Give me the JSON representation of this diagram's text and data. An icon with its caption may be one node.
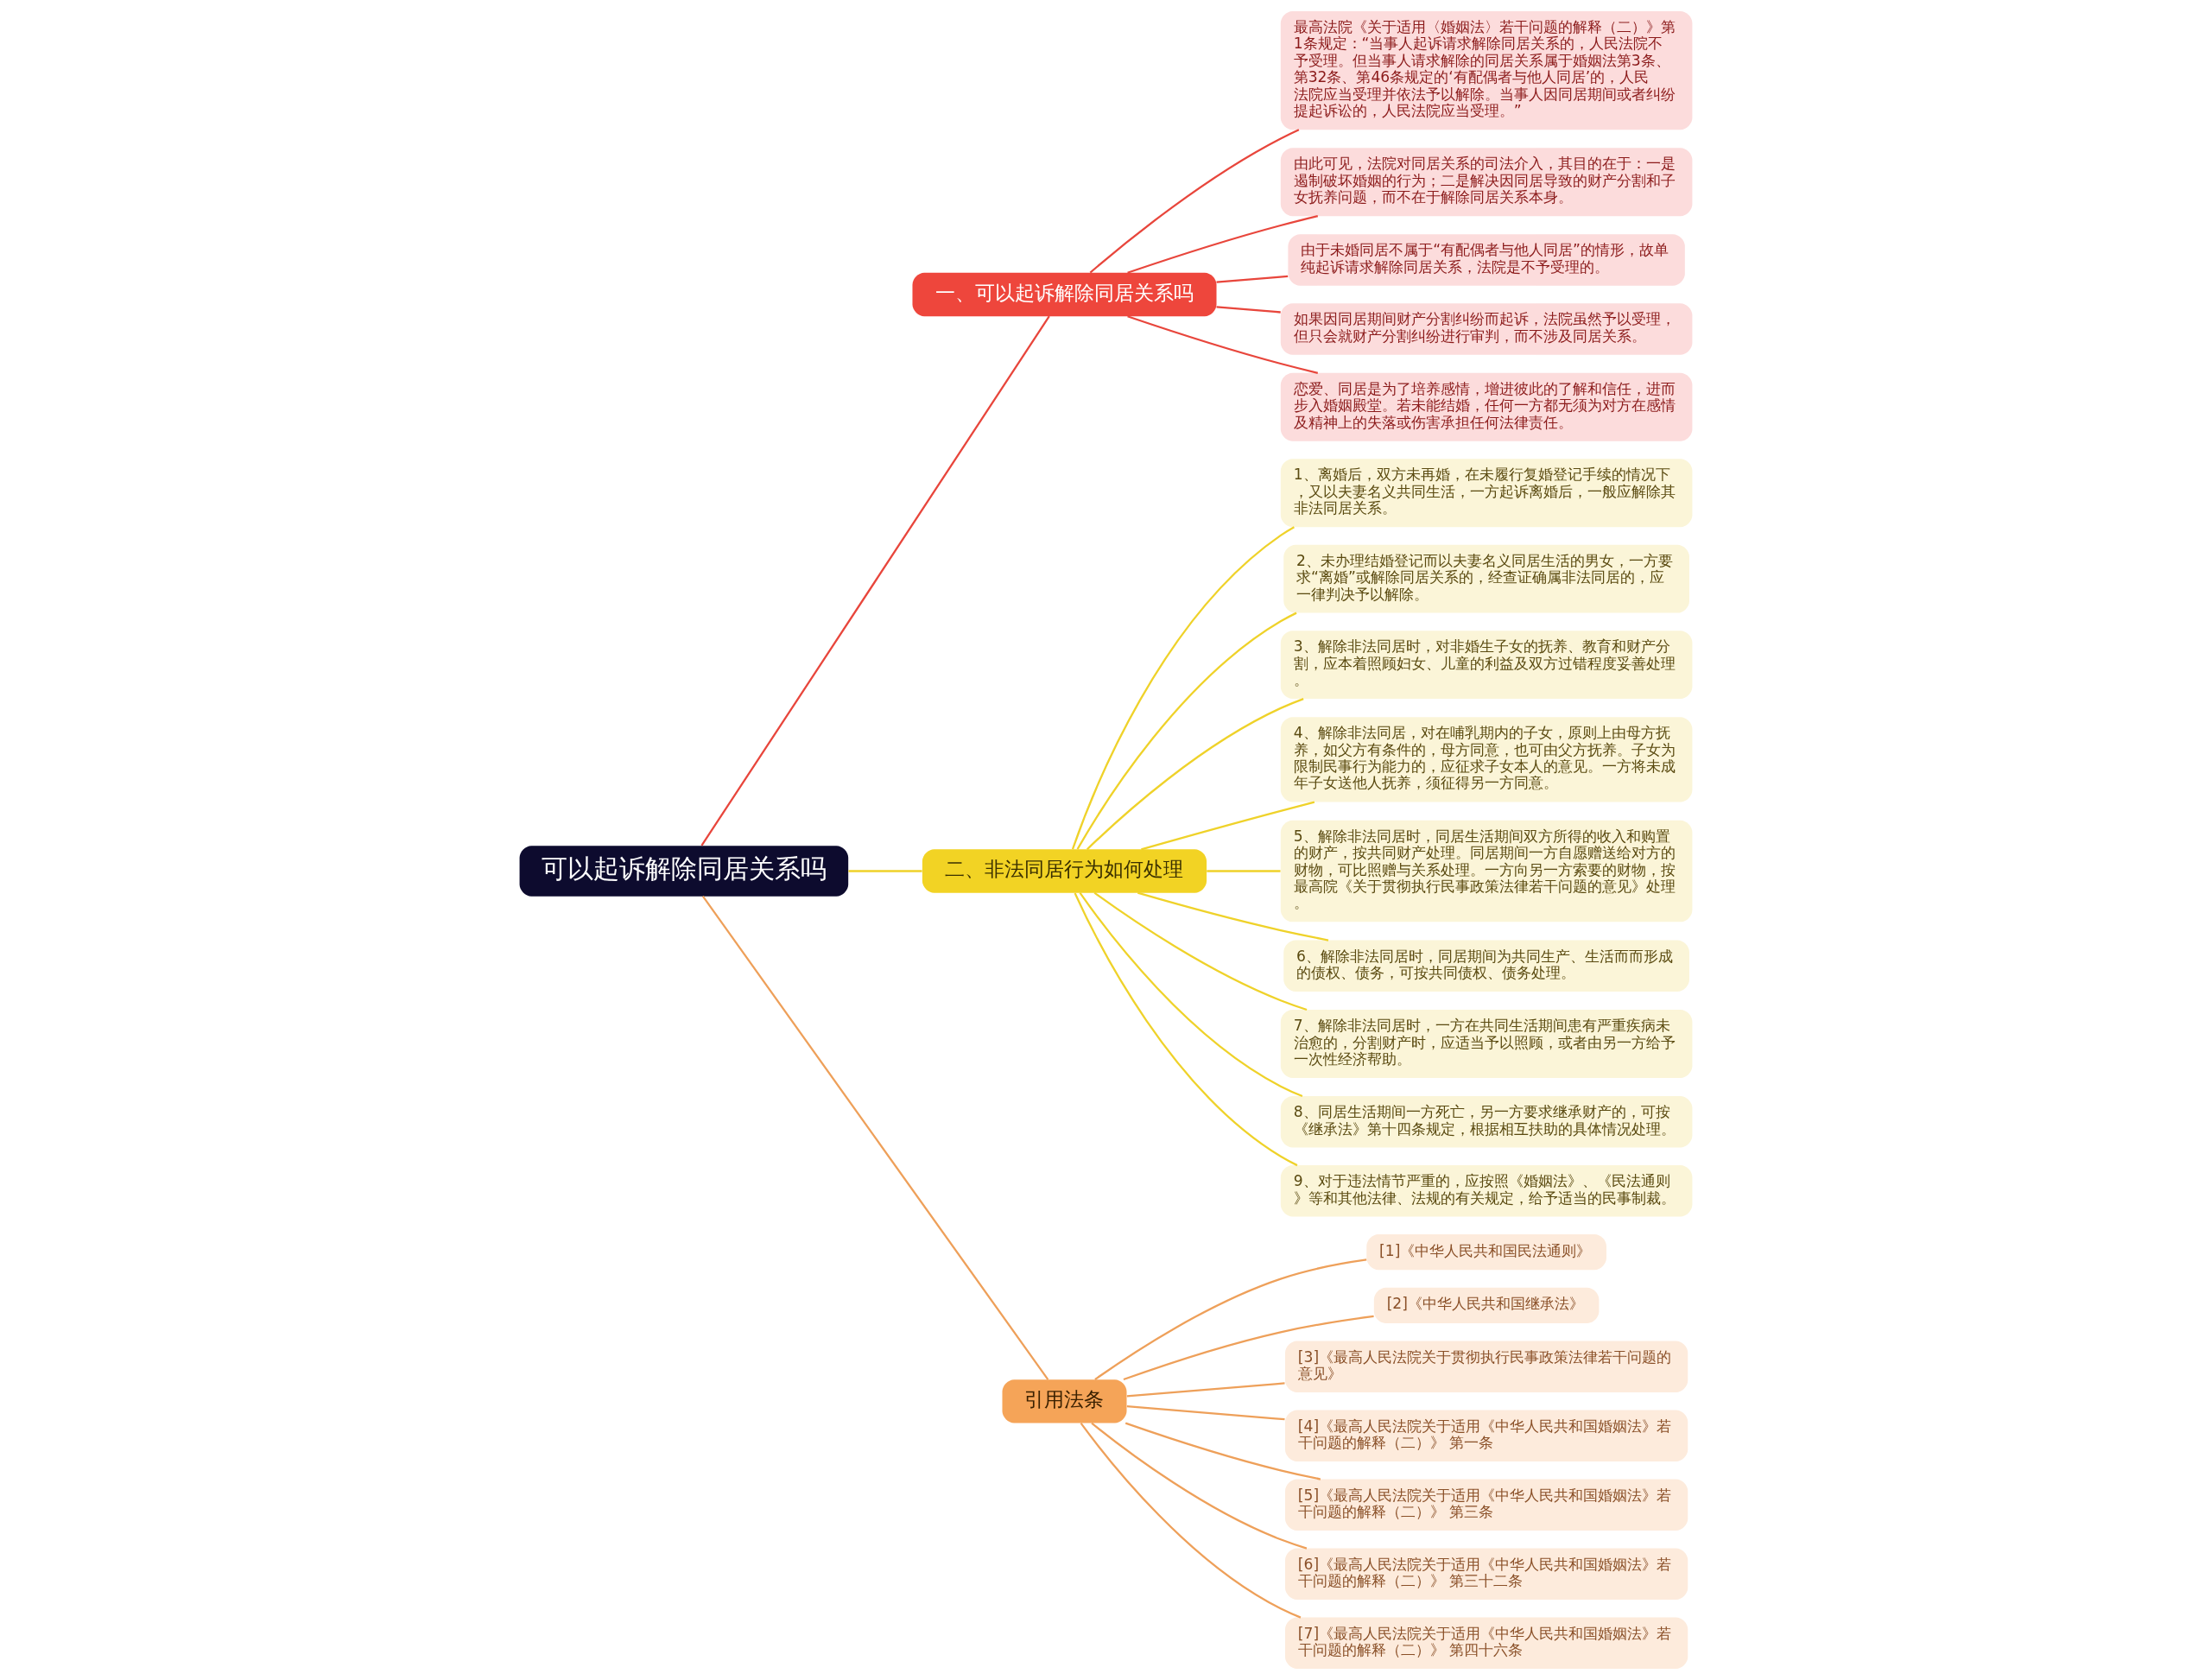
{
  "diagram": {
    "nodes": [
      {
        "text": [
          "可以起诉解除同居关系吗"
        ]
      },
      {
        "text": [
          "一、可以起诉解除同居关系吗"
        ]
      },
      {
        "text": [
          "最高法院《关于适用〈婚姻法〉若干问题的解释（二）》第1条规定：“当事人起诉请求解除同居关系的，人民法院不予受理。但当事人请求解除的同居关系属于婚姻法第3条、第32条、第46条规定的‘有配偶者与他人同居’的，人民法院应当受理并依法予以解除。当事人因同居期间或者纠纷提起诉讼的，人民法院应当受理。”"
        ]
      },
      {
        "text": [
          "由此可见，法院对同居关系的司法介入，其目的在于：一是遏制破坏婚姻的行为；二是解决因同居导致的财产分割和子女抚养问题，而不在于解除同居关系本身。"
        ]
      },
      {
        "text": [
          "由于未婚同居不属于“有配偶者与他人同居”的情形，故单纯起诉请求解除同居关系，法院是不予受理的。"
        ]
      },
      {
        "text": [
          "如果因同居期间财产分割纠纷而起诉，法院虽然予以受理，但只会就财产分割纠纷进行审判，而不涉及同居关系。"
        ]
      },
      {
        "text": [
          "恋爱、同居是为了培养感情，增进彼此的了解和信任，进而步入婚姻殿堂。若未能结婚，任何一方都无须为对方在感情及精神上的失落或伤害承担任何法律责任。"
        ]
      },
      {
        "text": [
          "二、非法同居行为如何处理"
        ]
      },
      {
        "text": [
          "1、离婚后，双方未再婚，在未履行复婚登记手续的情况下，又以夫妻名义共同生活，一方起诉离婚后，一般应解除其非法同居关系。"
        ]
      },
      {
        "text": [
          "2、未办理结婚登记而以夫妻名义同居生活的男女，一方要求“离婚”或解除同居关系的，经查证确属非法同居的，应一律判决予以解除。"
        ]
      },
      {
        "text": [
          "3、解除非法同居时，对非婚生子女的抚养、教育和财产分割，应本着照顾妇女、儿童的利益及双方过错程度妥善处理。"
        ]
      },
      {
        "text": [
          "4、解除非法同居，对在哺乳期内的子女，原则上由母方抚养，如父方有条件的，母方同意，也可由父方抚养。子女为限制民事行为能力的，应征求子女本人的意见。一方将未成年子女送他人抚养，须征得另一方同意。"
        ]
      },
      {
        "text": [
          "5、解除非法同居时，同居生活期间双方所得的收入和购置的财产，按共同财产处理。同居期间一方自愿赠送给对方的财物，可比照赠与关系处理。一方向另一方索要的财物，按最高院《关于贯彻执行民事政策法律若干问题的意见》处理。"
        ]
      },
      {
        "text": [
          "6、解除非法同居时，同居期间为共同生产、生活而而形成的债权、债务，可按共同债权、债务处理。"
        ]
      },
      {
        "text": [
          "7、解除非法同居时，一方在共同生活期间患有严重疾病未治愈的，分割财产时，应适当予以照顾，或者由另一方给予一次性经济帮助。"
        ]
      },
      {
        "text": [
          "8、同居生活期间一方死亡，另一方要求继承财产的，可按《继承法》第十四条规定，根据相互扶助的具体情况处理。"
        ]
      },
      {
        "text": [
          "9、对于违法情节严重的，应按照《婚姻法》、《民法通则》等和其他法律、法规的有关规定，给予适当的民事制裁。"
        ]
      },
      {
        "text": [
          "引用法条"
        ]
      },
      {
        "text": [
          "[1]《中华人民共和国民法通则》"
        ]
      },
      {
        "text": [
          "[2]《中华人民共和国继承法》"
        ]
      },
      {
        "text": [
          "[3]《最高人民法院关于贯彻执行民事政策法律若干问题的意见》"
        ]
      },
      {
        "text": [
          "[4]《最高人民法院关于适用《中华人民共和国婚姻法》若干问题的解释（二）》 第一条"
        ]
      },
      {
        "text": [
          "[5]《最高人民法院关于适用《中华人民共和国婚姻法》若干问题的解释（二）》 第三条"
        ]
      },
      {
        "text": [
          "[6]《最高人民法院关于适用《中华人民共和国婚姻法》若干问题的解释（二）》 第三十二条"
        ]
      },
      {
        "text": [
          "[7]《最高人民法院关于适用《中华人民共和国婚姻法》若干问题的解释（二）》 第四十六条"
        ]
      }
    ],
    "edges": [
      {
        "from": 0,
        "to": 1,
        "arrow": "none",
        "color": "#e8463c"
      },
      {
        "from": 1,
        "to": 2,
        "arrow": "none",
        "color": "#e8463c"
      },
      {
        "from": 1,
        "to": 3,
        "arrow": "none",
        "color": "#e8463c"
      },
      {
        "from": 1,
        "to": 4,
        "arrow": "none",
        "color": "#e8463c"
      },
      {
        "from": 1,
        "to": 5,
        "arrow": "none",
        "color": "#e8463c"
      },
      {
        "from": 1,
        "to": 6,
        "arrow": "none",
        "color": "#e8463c"
      },
      {
        "from": 0,
        "to": 7,
        "arrow": "none",
        "color": "#efd22a"
      },
      {
        "from": 7,
        "to": 8,
        "arrow": "none",
        "color": "#efd22a"
      },
      {
        "from": 7,
        "to": 9,
        "arrow": "none",
        "color": "#efd22a"
      },
      {
        "from": 7,
        "to": 10,
        "arrow": "none",
        "color": "#efd22a"
      },
      {
        "from": 7,
        "to": 11,
        "arrow": "none",
        "color": "#efd22a"
      },
      {
        "from": 7,
        "to": 12,
        "arrow": "none",
        "color": "#efd22a"
      },
      {
        "from": 7,
        "to": 13,
        "arrow": "none",
        "color": "#efd22a"
      },
      {
        "from": 7,
        "to": 14,
        "arrow": "none",
        "color": "#efd22a"
      },
      {
        "from": 7,
        "to": 15,
        "arrow": "none",
        "color": "#efd22a"
      },
      {
        "from": 7,
        "to": 16,
        "arrow": "none",
        "color": "#efd22a"
      },
      {
        "from": 0,
        "to": 17,
        "arrow": "none",
        "color": "#eea05a"
      },
      {
        "from": 17,
        "to": 18,
        "arrow": "none",
        "color": "#eea05a"
      },
      {
        "from": 17,
        "to": 19,
        "arrow": "none",
        "color": "#eea05a"
      },
      {
        "from": 17,
        "to": 20,
        "arrow": "none",
        "color": "#eea05a"
      },
      {
        "from": 17,
        "to": 21,
        "arrow": "none",
        "color": "#eea05a"
      },
      {
        "from": 17,
        "to": 22,
        "arrow": "none",
        "color": "#eea05a"
      },
      {
        "from": 17,
        "to": 23,
        "arrow": "none",
        "color": "#eea05a"
      },
      {
        "from": 17,
        "to": 24,
        "arrow": "none",
        "color": "#eea05a"
      }
    ]
  }
}
